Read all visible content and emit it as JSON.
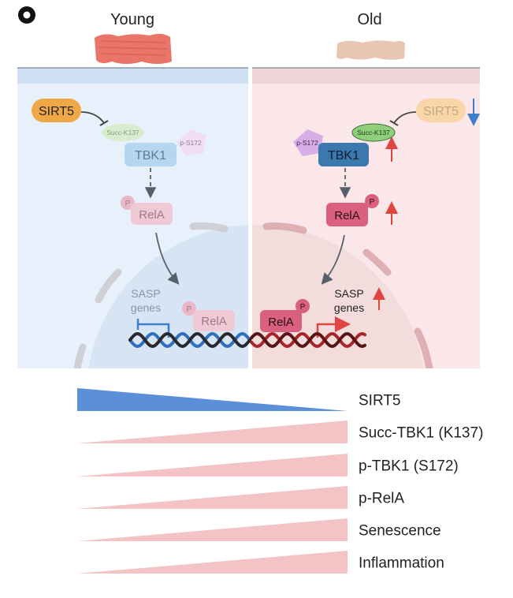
{
  "panel_letter": "o",
  "columns": {
    "left": "Young",
    "right": "Old"
  },
  "young": {
    "sirt5": "SIRT5",
    "succ": "Succ-K137",
    "ps172": "p-S172",
    "tbk1": "TBK1",
    "p": "P",
    "rela": "RelA",
    "sasp_line1": "SASP",
    "sasp_line2": "genes",
    "p_dna": "P",
    "rela_dna": "RelA"
  },
  "old": {
    "sirt5": "SIRT5",
    "succ": "Succ-K137",
    "ps172": "p-S172",
    "tbk1": "TBK1",
    "p": "P",
    "rela": "RelA",
    "sasp_line1": "SASP",
    "sasp_line2": "genes",
    "p_dna": "P",
    "rela_dna": "RelA"
  },
  "trends": [
    {
      "label": "SIRT5",
      "direction": "decreasing",
      "color": "#5b8fd8"
    },
    {
      "label": "Succ-TBK1 (K137)",
      "direction": "increasing",
      "color": "#f3c3c6"
    },
    {
      "label": "p-TBK1 (S172)",
      "direction": "increasing",
      "color": "#f3c3c6"
    },
    {
      "label": "p-RelA",
      "direction": "increasing",
      "color": "#f3c3c6"
    },
    {
      "label": "Senescence",
      "direction": "increasing",
      "color": "#f3c3c6"
    },
    {
      "label": "Inflammation",
      "direction": "increasing",
      "color": "#f3c3c6"
    }
  ],
  "colors": {
    "young_bg": "#e8f1fb",
    "old_bg": "#fbe6ea",
    "up_arrow": "#e0453f",
    "down_arrow": "#3f7fc9",
    "sirt5": "#f0a847",
    "tbk1_young": "#a9d1f0",
    "tbk1_old": "#3a78ad",
    "rela_young": "#eab8c5",
    "rela_old": "#d9607e",
    "succ": "#9fd48a",
    "ps172": "#d9aee8"
  }
}
